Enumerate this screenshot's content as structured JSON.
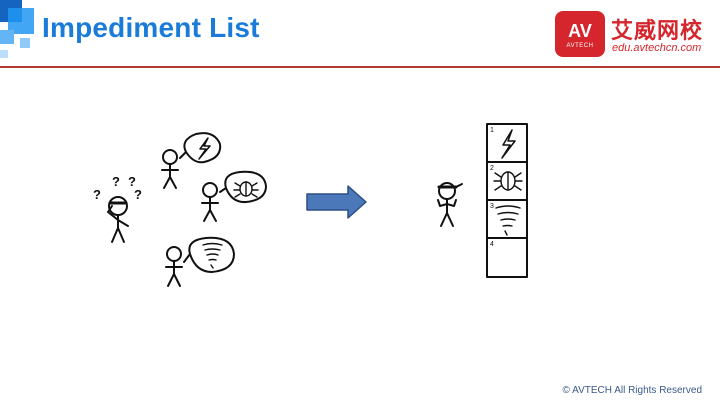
{
  "header": {
    "title": "Impediment List",
    "accent_color": "#1a7bd8",
    "rule_color": "#b03a2e"
  },
  "logo": {
    "badge_text": "AV",
    "badge_sub": "AVTECH",
    "name_cn": "艾威网校",
    "url": "edu.avtechcn.com",
    "brand_color": "#d4262c"
  },
  "illustration": {
    "confused_marks": [
      "?",
      "?",
      "?",
      "?"
    ],
    "arrow_color": "#4a78b8",
    "board_slots": [
      "1",
      "2",
      "3",
      "4"
    ],
    "icons": [
      "lightning-icon",
      "bug-icon",
      "tornado-icon"
    ]
  },
  "footer": {
    "copyright": "© AVTECH All Rights Reserved"
  }
}
